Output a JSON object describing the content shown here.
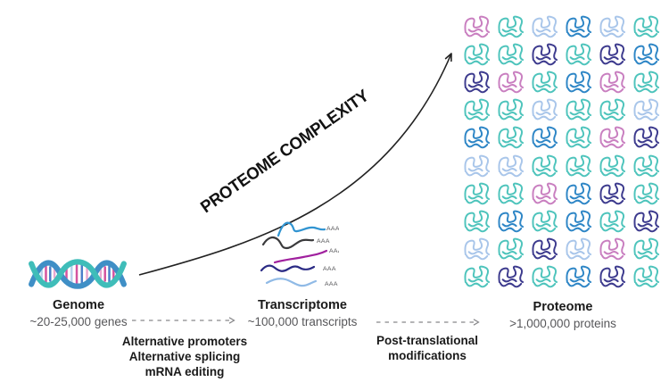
{
  "figure": {
    "curve_label": "PROTEOME COMPLEXITY",
    "poly_a_tail": "AAA"
  },
  "stages": {
    "genome": {
      "label": "Genome",
      "count": "~20-25,000 genes"
    },
    "transcriptome": {
      "label": "Transcriptome",
      "count": "~100,000 transcripts"
    },
    "proteome": {
      "label": "Proteome",
      "count": ">1,000,000 proteins"
    }
  },
  "transitions": {
    "genome_to_transcriptome": {
      "lines": [
        "Alternative promoters",
        "Alternative splicing",
        "mRNA editing"
      ]
    },
    "transcriptome_to_proteome": {
      "lines": [
        "Post-translational",
        "modifications"
      ]
    }
  },
  "dna_icon": {
    "strand_teal": "#3fbdb9",
    "strand_blue": "#3f8fc6"
  },
  "mrna_lines": [
    {
      "name": "mrna-bright-blue",
      "color": "#3194d1"
    },
    {
      "name": "mrna-dark-gray",
      "color": "#3a3a3c"
    },
    {
      "name": "mrna-magenta",
      "color": "#a0209e"
    },
    {
      "name": "mrna-indigo",
      "color": "#2b2b85"
    },
    {
      "name": "mrna-light-blue",
      "color": "#90bae6"
    }
  ],
  "proteome_grid": {
    "palette": {
      "P": "#c97fc0",
      "T": "#4ec4bc",
      "L": "#a9c6ea",
      "B": "#2e86c6",
      "I": "#3d3b8e"
    },
    "rows": [
      [
        "P",
        "T",
        "L",
        "B",
        "L",
        "T"
      ],
      [
        "T",
        "T",
        "I",
        "T",
        "I",
        "B"
      ],
      [
        "I",
        "P",
        "T",
        "B",
        "P",
        "T"
      ],
      [
        "T",
        "T",
        "L",
        "T",
        "T",
        "L"
      ],
      [
        "B",
        "T",
        "B",
        "T",
        "P",
        "I"
      ],
      [
        "L",
        "L",
        "T",
        "T",
        "T",
        "T"
      ],
      [
        "T",
        "T",
        "P",
        "B",
        "I",
        "T"
      ],
      [
        "T",
        "B",
        "T",
        "B",
        "T",
        "I"
      ],
      [
        "L",
        "T",
        "I",
        "L",
        "P",
        "T"
      ],
      [
        "T",
        "I",
        "T",
        "B",
        "I",
        "T"
      ]
    ]
  }
}
